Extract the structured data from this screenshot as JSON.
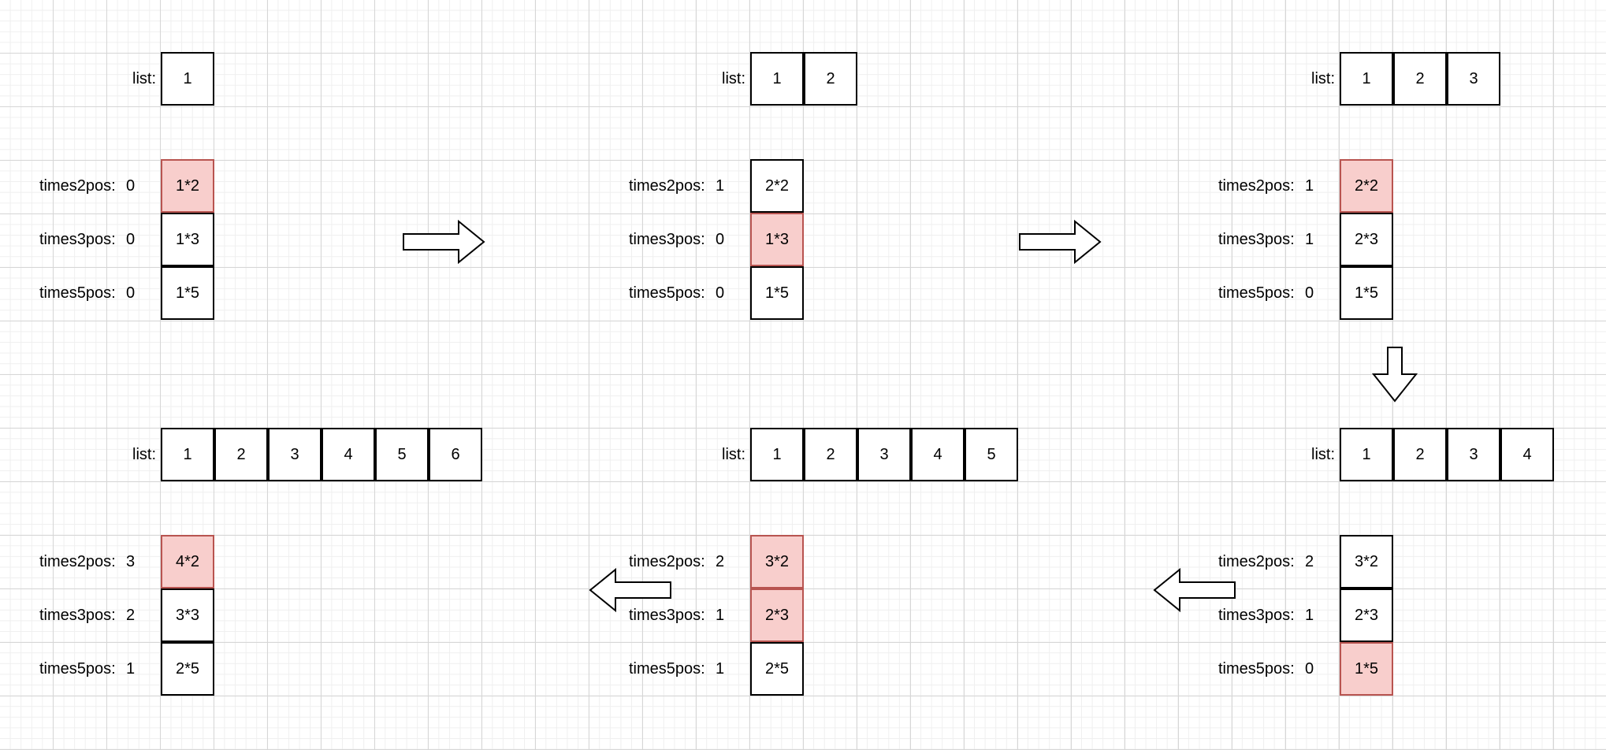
{
  "steps": [
    {
      "list_label": "list:",
      "list": [
        "1"
      ],
      "pointers": [
        {
          "name": "times2pos:",
          "value": "0",
          "cell": "1*2",
          "highlighted": true
        },
        {
          "name": "times3pos:",
          "value": "0",
          "cell": "1*3",
          "highlighted": false
        },
        {
          "name": "times5pos:",
          "value": "0",
          "cell": "1*5",
          "highlighted": false
        }
      ]
    },
    {
      "list_label": "list:",
      "list": [
        "1",
        "2"
      ],
      "pointers": [
        {
          "name": "times2pos:",
          "value": "1",
          "cell": "2*2",
          "highlighted": false
        },
        {
          "name": "times3pos:",
          "value": "0",
          "cell": "1*3",
          "highlighted": true
        },
        {
          "name": "times5pos:",
          "value": "0",
          "cell": "1*5",
          "highlighted": false
        }
      ]
    },
    {
      "list_label": "list:",
      "list": [
        "1",
        "2",
        "3"
      ],
      "pointers": [
        {
          "name": "times2pos:",
          "value": "1",
          "cell": "2*2",
          "highlighted": true
        },
        {
          "name": "times3pos:",
          "value": "1",
          "cell": "2*3",
          "highlighted": false
        },
        {
          "name": "times5pos:",
          "value": "0",
          "cell": "1*5",
          "highlighted": false
        }
      ]
    },
    {
      "list_label": "list:",
      "list": [
        "1",
        "2",
        "3",
        "4"
      ],
      "pointers": [
        {
          "name": "times2pos:",
          "value": "2",
          "cell": "3*2",
          "highlighted": false
        },
        {
          "name": "times3pos:",
          "value": "1",
          "cell": "2*3",
          "highlighted": false
        },
        {
          "name": "times5pos:",
          "value": "0",
          "cell": "1*5",
          "highlighted": true
        }
      ]
    },
    {
      "list_label": "list:",
      "list": [
        "1",
        "2",
        "3",
        "4",
        "5"
      ],
      "pointers": [
        {
          "name": "times2pos:",
          "value": "2",
          "cell": "3*2",
          "highlighted": true
        },
        {
          "name": "times3pos:",
          "value": "1",
          "cell": "2*3",
          "highlighted": true
        },
        {
          "name": "times5pos:",
          "value": "1",
          "cell": "2*5",
          "highlighted": false
        }
      ]
    },
    {
      "list_label": "list:",
      "list": [
        "1",
        "2",
        "3",
        "4",
        "5",
        "6"
      ],
      "pointers": [
        {
          "name": "times2pos:",
          "value": "3",
          "cell": "4*2",
          "highlighted": true
        },
        {
          "name": "times3pos:",
          "value": "2",
          "cell": "3*3",
          "highlighted": false
        },
        {
          "name": "times5pos:",
          "value": "1",
          "cell": "2*5",
          "highlighted": false
        }
      ]
    }
  ],
  "arrows": [
    {
      "from_step": 1,
      "to_step": 2,
      "direction": "right"
    },
    {
      "from_step": 2,
      "to_step": 3,
      "direction": "right"
    },
    {
      "from_step": 3,
      "to_step": 4,
      "direction": "down"
    },
    {
      "from_step": 4,
      "to_step": 5,
      "direction": "left"
    },
    {
      "from_step": 5,
      "to_step": 6,
      "direction": "left"
    }
  ],
  "colors": {
    "highlight_fill": "#f8cecc",
    "highlight_stroke": "#b85450",
    "cell_stroke": "#000000",
    "grid_major": "#d6d6d6",
    "grid_minor": "#efefef"
  }
}
